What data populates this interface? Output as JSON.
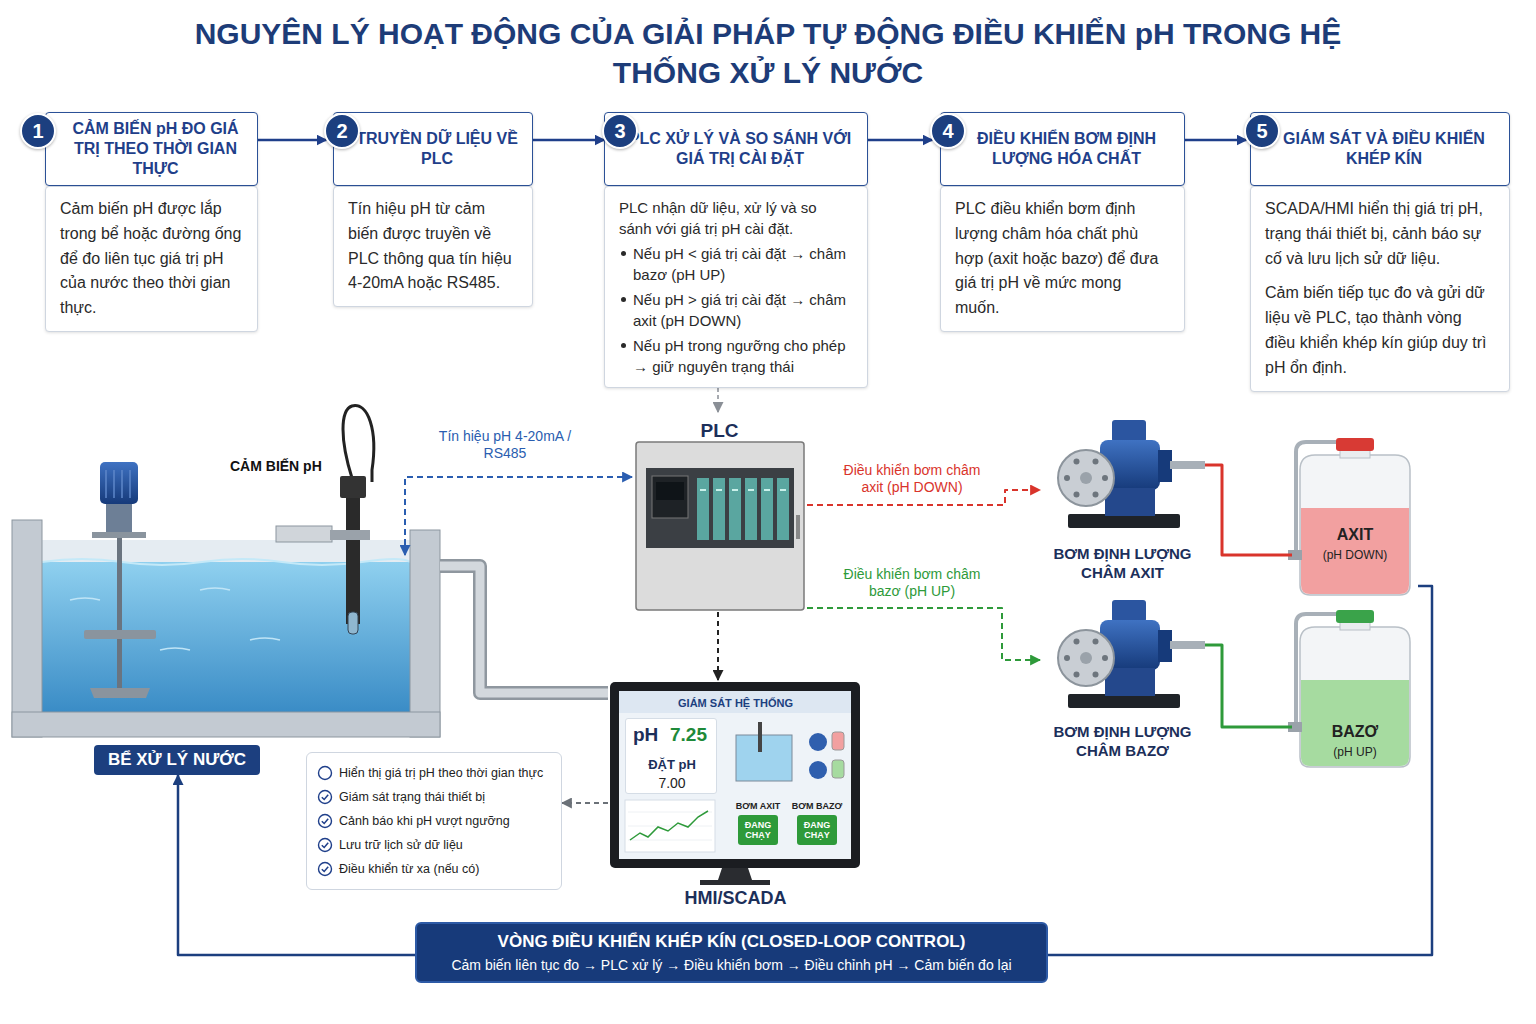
{
  "diagram": {
    "title": "NGUYÊN LÝ HOẠT ĐỘNG CỦA GIẢI PHÁP TỰ ĐỘNG ĐIỀU KHIỂN pH TRONG HỆ THỐNG XỬ LÝ NƯỚC",
    "nodes": [
      {
        "text": [
          "1"
        ]
      },
      {
        "text": [
          "CẢM BIẾN pH ĐO GIÁ TRỊ THEO THỜI GIAN THỰC"
        ]
      },
      {
        "text": [
          "Cảm biến pH được lắp trong bể hoặc đường ống để đo liên tục giá trị pH của nước theo thời gian thực."
        ]
      },
      {
        "text": [
          "2"
        ]
      },
      {
        "text": [
          "TRUYỀN DỮ LIỆU VỀ PLC"
        ]
      },
      {
        "text": [
          "Tín hiệu pH từ cảm biến được truyền về PLC thông qua tín hiệu 4-20mA hoặc RS485."
        ]
      },
      {
        "text": [
          "3"
        ]
      },
      {
        "text": [
          "PLC XỬ LÝ VÀ SO SÁNH VỚI GIÁ TRỊ CÀI ĐẶT"
        ]
      },
      {
        "text": [
          "PLC nhận dữ liệu, xử lý và so sánh với giá trị pH cài đặt.",
          "Nếu pH < giá trị cài đặt → châm bazơ (pH UP)",
          "Nếu pH > giá trị cài đặt → châm axit (pH DOWN)",
          "Nếu pH trong ngưỡng cho phép → giữ nguyên trạng thái"
        ]
      },
      {
        "text": [
          "4"
        ]
      },
      {
        "text": [
          "ĐIỀU KHIỂN BƠM ĐỊNH LƯỢNG HÓA CHẤT"
        ]
      },
      {
        "text": [
          "PLC điều khiển bơm định lượng châm hóa chất phù hợp (axit hoặc bazơ) để đưa giá trị pH về mức mong muốn."
        ]
      },
      {
        "text": [
          "5"
        ]
      },
      {
        "text": [
          "GIÁM SÁT VÀ ĐIỀU KHIỂN KHÉP KÍN"
        ]
      },
      {
        "text": [
          "SCADA/HMI hiển thị giá trị pH, trạng thái thiết bị, cảnh báo sự cố và lưu lịch sử dữ liệu.",
          "Cảm biến tiếp tục đo và gửi dữ liệu về PLC, tạo thành vòng điều khiển khép kín giúp duy trì pH ổn định."
        ]
      },
      {
        "text": [
          "CẢM BIẾN pH"
        ]
      },
      {
        "text": [
          "PLC"
        ]
      },
      {
        "text": [
          "BƠM ĐỊNH LƯỢNG CHÂM AXIT"
        ]
      },
      {
        "text": [
          "AXIT",
          "(pH DOWN)"
        ]
      },
      {
        "text": [
          "BỂ XỬ LÝ NƯỚC"
        ]
      },
      {
        "text": [
          "HMI/SCADA"
        ]
      },
      {
        "text": [
          "pH",
          "7.25",
          "ĐẶT pH",
          "7.00"
        ],
        "in": 20
      },
      {
        "text": [
          "ĐANG CHẠY"
        ],
        "in": 20
      },
      {
        "text": [
          "ĐANG CHẠY"
        ],
        "in": 20
      },
      {
        "text": [
          "BƠM ĐỊNH LƯỢNG CHÂM BAZƠ"
        ]
      },
      {
        "text": [
          "BAZƠ",
          "(pH UP)"
        ]
      },
      {
        "text": [
          "Hiển thị giá trị pH theo thời gian thực",
          "Giám sát trạng thái thiết bị",
          "Cảnh báo khi pH vượt ngưỡng",
          "Lưu trữ lịch sử dữ liệu",
          "Điều khiển từ xa (nếu có)"
        ]
      },
      {
        "text": [
          "VÒNG ĐIỀU KHIỂN KHÉP KÍN (CLOSED-LOOP CONTROL)",
          "Cảm biến liên tục đo → PLC xử lý → Điều khiển bơm → Điều chỉnh pH → Cảm biến đo lại"
        ]
      }
    ],
    "edges": [
      {
        "from": 1,
        "to": 3,
        "arrow": "to"
      },
      {
        "from": 4,
        "to": 6,
        "arrow": "to"
      },
      {
        "from": 7,
        "to": 9,
        "arrow": "to"
      },
      {
        "from": 10,
        "to": 12,
        "arrow": "to"
      },
      {
        "from": 8,
        "to": 16,
        "arrow": "to"
      },
      {
        "from": 15,
        "to": 16,
        "label": "Tín hiệu pH 4-20mA / RS485",
        "arrow": "both"
      },
      {
        "from": 16,
        "to": 17,
        "label": "Điều khiển bơm châm axit (pH DOWN)",
        "arrow": "to"
      },
      {
        "from": 16,
        "to": 24,
        "label": "Điều khiển bơm châm bazơ (pH UP)",
        "arrow": "to"
      },
      {
        "from": 17,
        "to": 18,
        "arrow": "none"
      },
      {
        "from": 24,
        "to": 25,
        "arrow": "none"
      },
      {
        "from": 16,
        "to": 20,
        "arrow": "to"
      },
      {
        "from": 20,
        "to": 26,
        "arrow": "to"
      },
      {
        "from": 18,
        "to": 27,
        "arrow": "none"
      },
      {
        "from": 27,
        "to": 19,
        "arrow": "to"
      }
    ],
    "labels": [
      "GIÁM SÁT HỆ THỐNG",
      "BƠM AXIT",
      "BƠM BAZƠ"
    ]
  }
}
